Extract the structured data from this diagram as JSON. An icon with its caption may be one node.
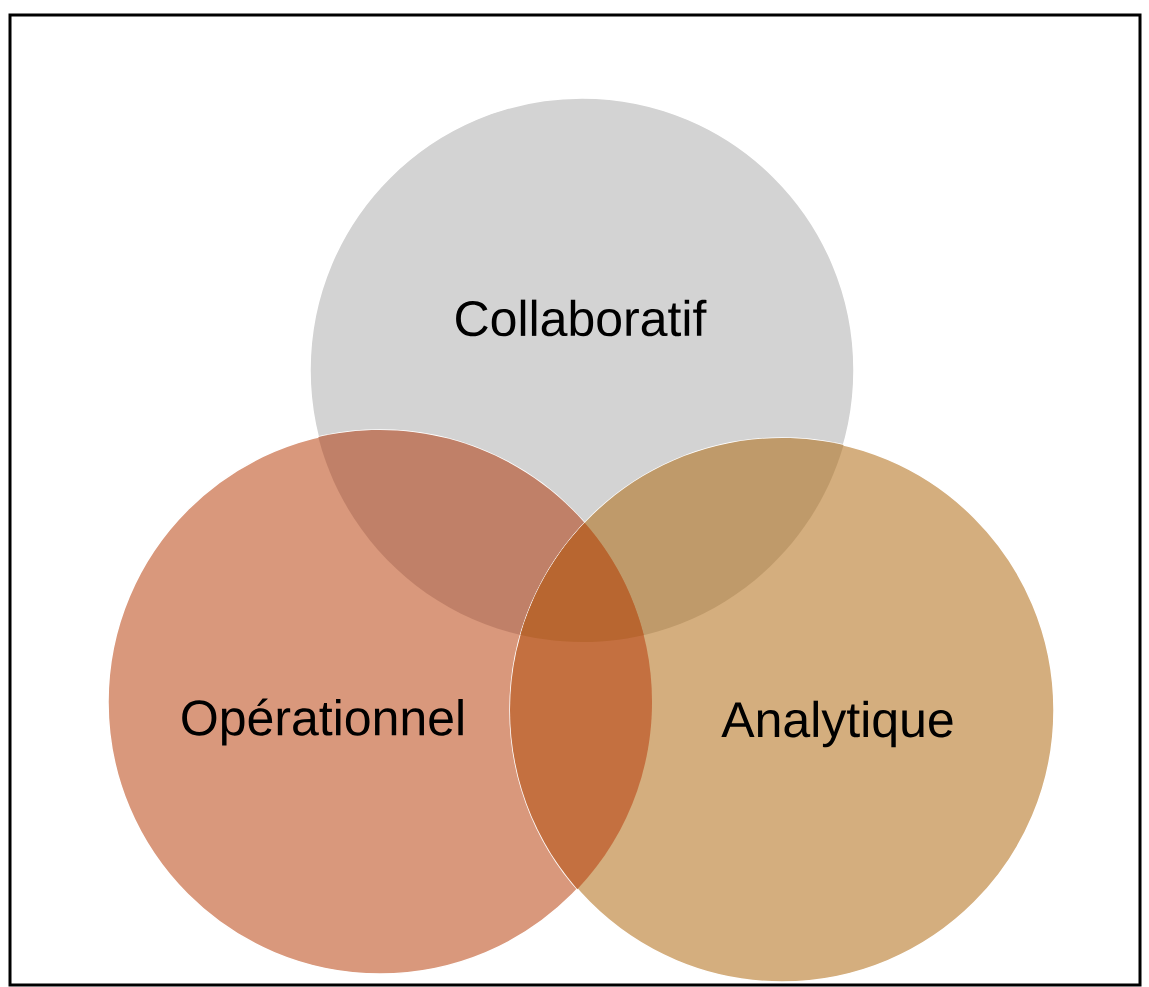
{
  "diagram": {
    "nodes": [
      {
        "text": [
          "Collaboratif"
        ]
      },
      {
        "text": [
          "Opérationnel"
        ]
      },
      {
        "text": [
          "Analytique"
        ]
      }
    ]
  }
}
